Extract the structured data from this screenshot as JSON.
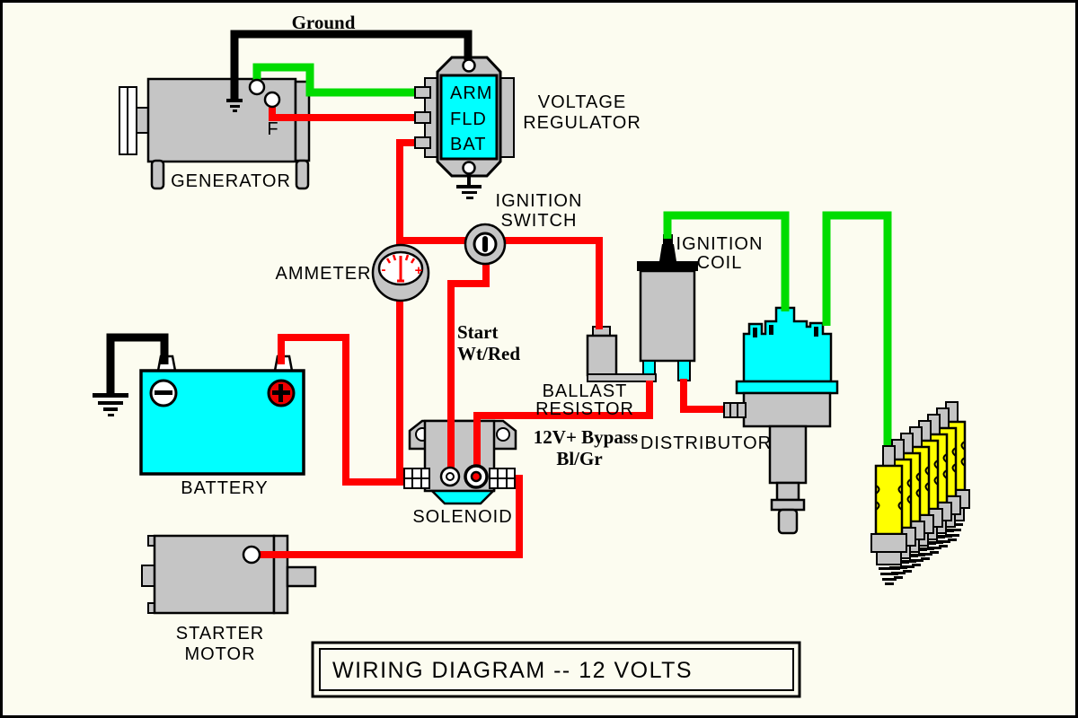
{
  "title": "WIRING DIAGRAM -- 12 VOLTS",
  "colors": {
    "background": "#FCFCF0",
    "wire_red": "#FF0000",
    "wire_green": "#00DC00",
    "wire_black": "#000000",
    "component_gray": "#C5C5C5",
    "component_cyan": "#00FFFF",
    "spark_plug_yellow": "#FFFF00",
    "battery_positive_red": "#EE0000"
  },
  "labels": {
    "ground_wire": "Ground",
    "generator": "GENERATOR",
    "generator_field_terminal": "F",
    "voltage_regulator_1": "VOLTAGE",
    "voltage_regulator_2": "REGULATOR",
    "regulator_terminals": [
      "ARM",
      "FLD",
      "BAT"
    ],
    "ignition_switch_1": "IGNITION",
    "ignition_switch_2": "SWITCH",
    "ammeter": "AMMETER",
    "ammeter_minus": "-",
    "ammeter_plus": "+",
    "battery": "BATTERY",
    "start_wire_1": "Start",
    "start_wire_2": "Wt/Red",
    "solenoid": "SOLENOID",
    "starter_motor_1": "STARTER",
    "starter_motor_2": "MOTOR",
    "ballast_resistor_1": "BALLAST",
    "ballast_resistor_2": "RESISTOR",
    "bypass_wire_1": "12V+ Bypass",
    "bypass_wire_2": "Bl/Gr",
    "ignition_coil_1": "IGNITION",
    "ignition_coil_2": "COIL",
    "distributor": "DISTRIBUTOR"
  }
}
